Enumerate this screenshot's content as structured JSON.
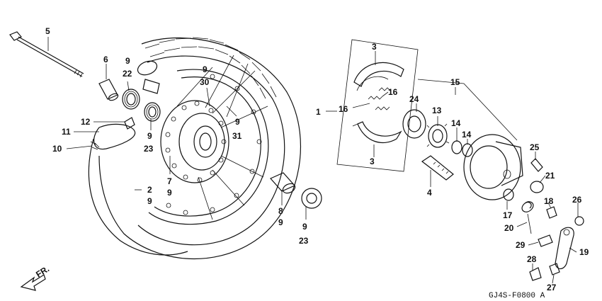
{
  "diagram": {
    "code": "GJ4S-F0800 A",
    "direction_label": "FR.",
    "callouts": [
      {
        "id": "c5",
        "text": "5"
      },
      {
        "id": "c6",
        "text": "6"
      },
      {
        "id": "c9a",
        "text": "9"
      },
      {
        "id": "c22",
        "text": "22"
      },
      {
        "id": "c9b",
        "text": "9"
      },
      {
        "id": "c30",
        "text": "30"
      },
      {
        "id": "c12",
        "text": "12"
      },
      {
        "id": "c11",
        "text": "11"
      },
      {
        "id": "c10",
        "text": "10"
      },
      {
        "id": "c9c",
        "text": "9"
      },
      {
        "id": "c23a",
        "text": "23"
      },
      {
        "id": "c9d",
        "text": "9"
      },
      {
        "id": "c31",
        "text": "31"
      },
      {
        "id": "c7",
        "text": "7"
      },
      {
        "id": "c9e",
        "text": "9"
      },
      {
        "id": "c2",
        "text": "2"
      },
      {
        "id": "c9f",
        "text": "9"
      },
      {
        "id": "c8",
        "text": "8"
      },
      {
        "id": "c9g",
        "text": "9"
      },
      {
        "id": "c9h",
        "text": "9"
      },
      {
        "id": "c23b",
        "text": "23"
      },
      {
        "id": "c1",
        "text": "1"
      },
      {
        "id": "c3a",
        "text": "3"
      },
      {
        "id": "c16a",
        "text": "16"
      },
      {
        "id": "c16b",
        "text": "16"
      },
      {
        "id": "c3b",
        "text": "3"
      },
      {
        "id": "c24",
        "text": "24"
      },
      {
        "id": "c13",
        "text": "13"
      },
      {
        "id": "c14a",
        "text": "14"
      },
      {
        "id": "c14b",
        "text": "14"
      },
      {
        "id": "c15",
        "text": "15"
      },
      {
        "id": "c4",
        "text": "4"
      },
      {
        "id": "c25",
        "text": "25"
      },
      {
        "id": "c21",
        "text": "21"
      },
      {
        "id": "c17",
        "text": "17"
      },
      {
        "id": "c18",
        "text": "18"
      },
      {
        "id": "c26",
        "text": "26"
      },
      {
        "id": "c20",
        "text": "20"
      },
      {
        "id": "c29",
        "text": "29"
      },
      {
        "id": "c19",
        "text": "19"
      },
      {
        "id": "c28",
        "text": "28"
      },
      {
        "id": "c27",
        "text": "27"
      }
    ]
  }
}
